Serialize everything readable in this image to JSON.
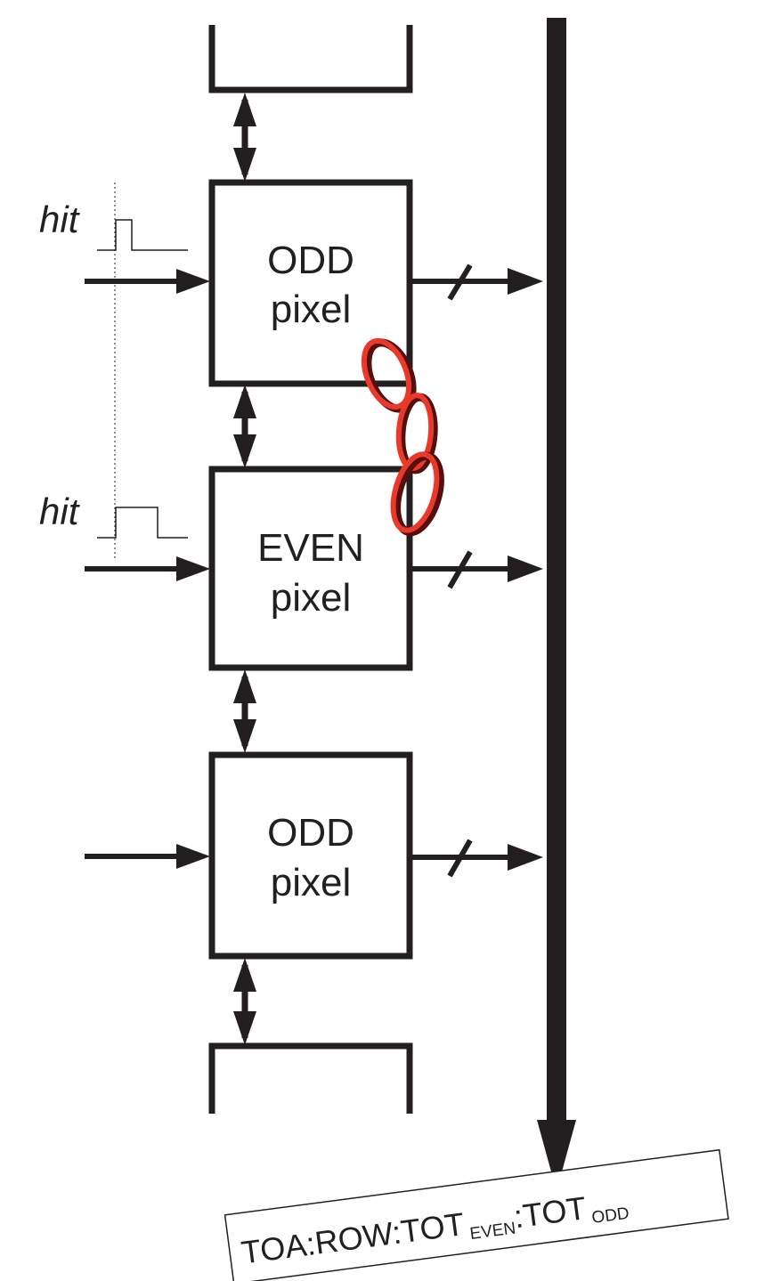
{
  "pixels": [
    {
      "line1": "ODD",
      "line2": "pixel"
    },
    {
      "line1": "EVEN",
      "line2": "pixel"
    },
    {
      "line1": "ODD",
      "line2": "pixel"
    }
  ],
  "hit_labels": [
    "hit",
    "hit"
  ],
  "output_word": {
    "part1": "TOA:ROW:TOT",
    "sub1": "EVEN",
    "part2": ":TOT",
    "sub2": "ODD"
  },
  "colors": {
    "ink": "#231f20",
    "link_red": "#e8392b",
    "link_dark": "#5a0d0d"
  }
}
